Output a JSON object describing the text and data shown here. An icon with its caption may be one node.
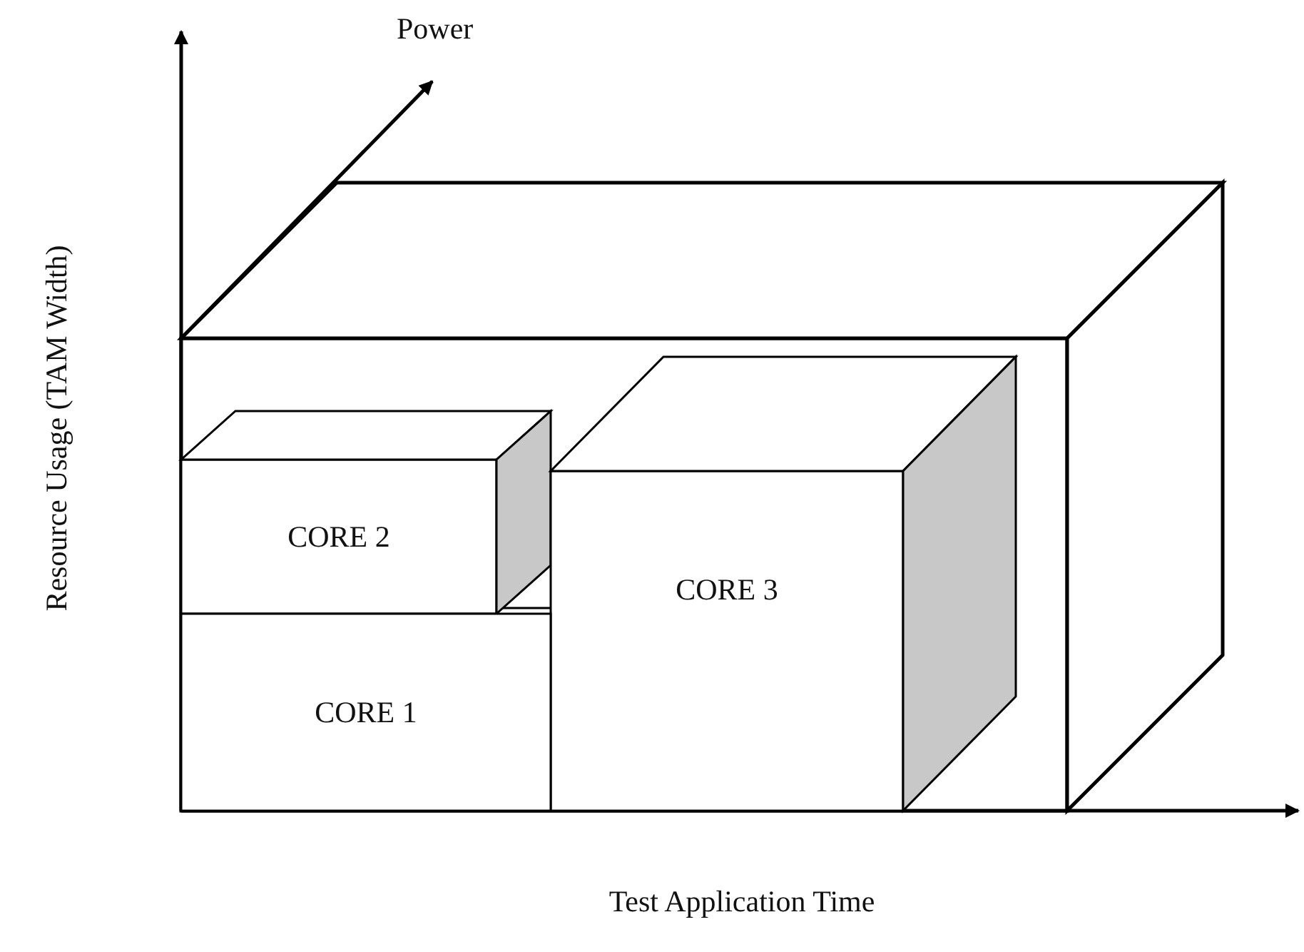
{
  "diagram": {
    "nodes": [
      {
        "text": [],
        "shape": "box"
      },
      {
        "text": [
          "CORE 2"
        ],
        "in": 0
      },
      {
        "text": [
          "CORE 3"
        ],
        "in": 0
      },
      {
        "text": [
          "CORE 1"
        ],
        "in": 0
      }
    ],
    "edges": [],
    "labels": [
      "Power",
      "Resource Usage (TAM Width)",
      "Test Application Time"
    ]
  }
}
